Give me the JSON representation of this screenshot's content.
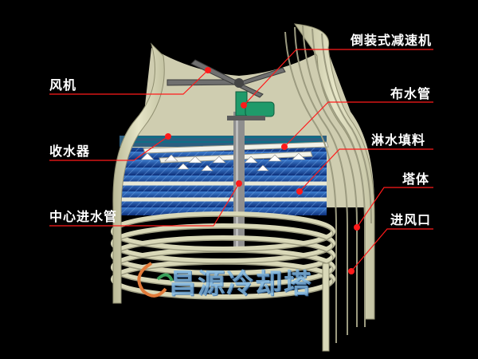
{
  "labels": {
    "fan": "风机",
    "reducer": "倒装式减速机",
    "distributor": "布水管",
    "eliminator": "收水器",
    "fill": "淋水填料",
    "shell": "塔体",
    "inlet_pipe": "中心进水管",
    "air_inlet": "进风口"
  },
  "watermark": {
    "brand": "昌源冷却塔"
  },
  "colors": {
    "background": "#000000",
    "shell": "#d9d8b8",
    "fill": "#1a4fa0",
    "motor": "#1f9a6a",
    "leader": "#ff1a1a",
    "label": "#ffffff"
  }
}
